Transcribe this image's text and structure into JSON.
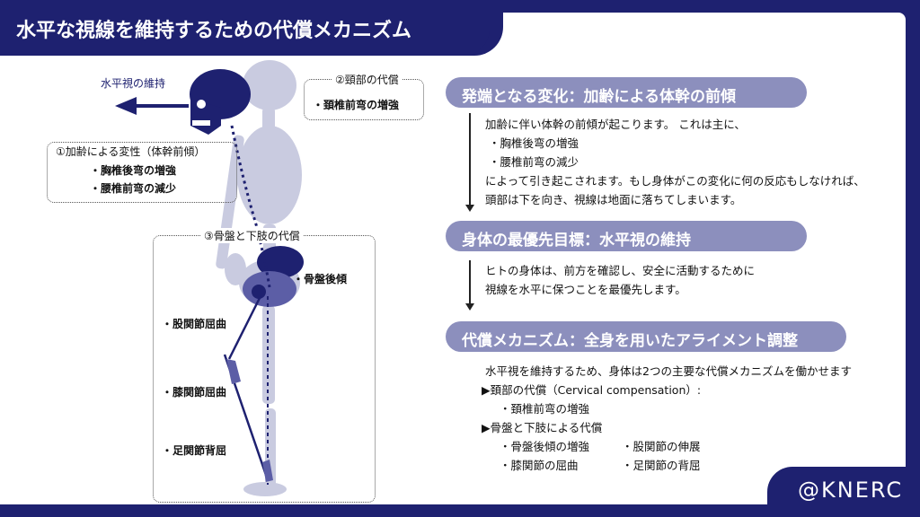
{
  "title": "水平な視線を維持するための代償メカニズム",
  "footer": "@KNERC",
  "diagram": {
    "horizontal_gaze": "水平視の維持",
    "box1": {
      "heading": "①加齢による変性（体幹前傾）",
      "items": [
        "・胸椎後弯の増強",
        "・腰椎前弯の減少"
      ]
    },
    "box2": {
      "heading": "②頸部の代償",
      "items": [
        "・頚椎前弯の増強"
      ]
    },
    "box3": {
      "heading": "③骨盤と下肢の代償",
      "pelvis": "・骨盤後傾",
      "hip": "・股関節屈曲",
      "knee": "・膝関節屈曲",
      "ankle": "・足関節背屈"
    }
  },
  "sections": [
    {
      "heading": "発端となる変化：加齢による体幹の前傾",
      "lines": [
        "加齢に伴い体幹の前傾が起こります。 これは主に、",
        "・胸椎後弯の増強",
        "・腰椎前弯の減少",
        "によって引き起こされます。もし身体がこの変化に何の反応もしなければ、",
        "頭部は下を向き、視線は地面に落ちてしまいます。"
      ]
    },
    {
      "heading": "身体の最優先目標：水平視の維持",
      "lines": [
        "ヒトの身体は、前方を確認し、安全に活動するために",
        "視線を水平に保つことを最優先します。"
      ]
    },
    {
      "heading": "代償メカニズム：全身を用いたアライメント調整",
      "intro": "水平視を維持するため、身体は2つの主要な代償メカニズムを働かせます",
      "cervical_head": "▶頚部の代償（Cervical compensation）:",
      "cervical_item": "・頚椎前弯の増強",
      "pelvic_head": "▶骨盤と下肢による代償",
      "pelvic_items": [
        "・骨盤後傾の増強",
        "・股関節の伸展",
        "・膝関節の屈曲",
        "・足関節の背屈"
      ]
    }
  ],
  "colors": {
    "navy": "#1e2170",
    "pill": "#8c8fbd",
    "bone": "#c9cbe0",
    "highlight": "#2b2a7a"
  }
}
